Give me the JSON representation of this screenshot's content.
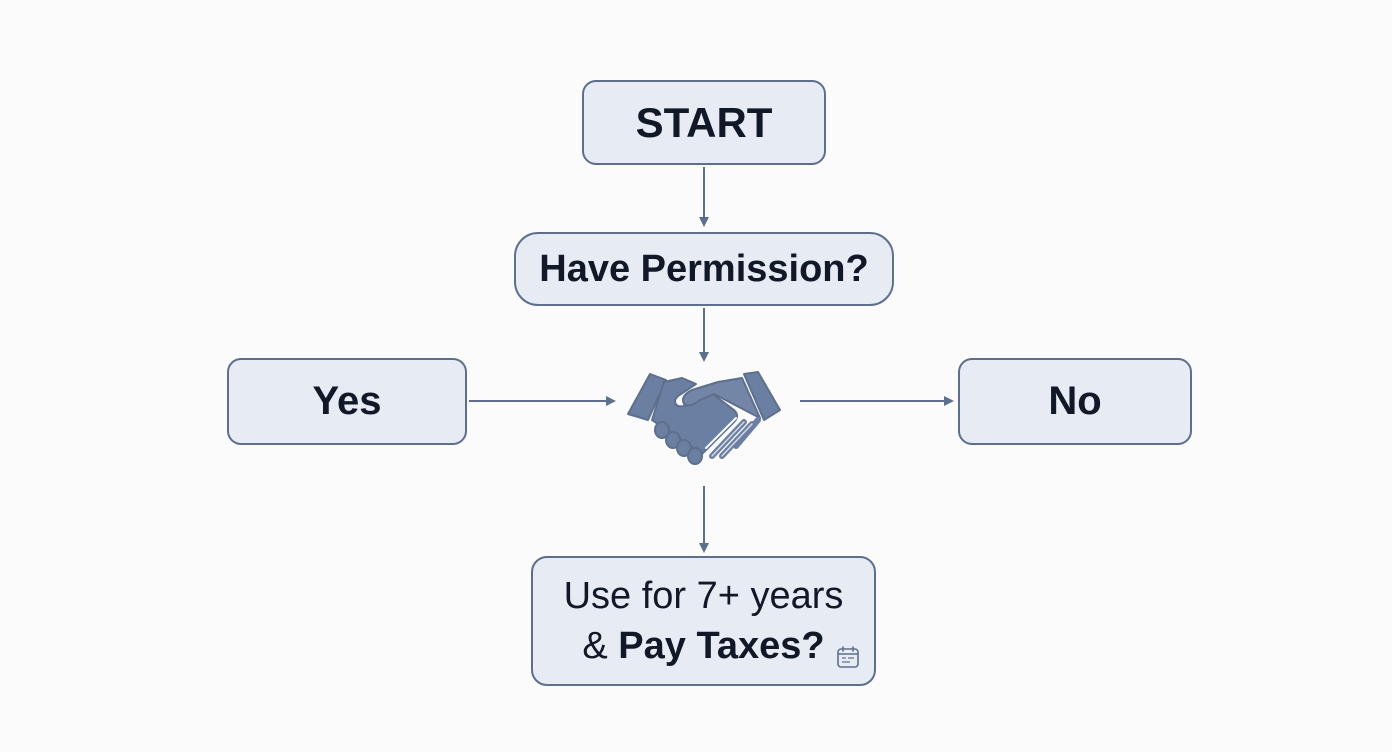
{
  "diagram": {
    "start": "START",
    "question": "Have Permission?",
    "yes": "Yes",
    "no": "No",
    "outcome_line1": "Use for 7+ years",
    "outcome_line2_prefix": "& ",
    "outcome_line2_bold": "Pay Taxes?",
    "center_icon": "handshake-icon",
    "corner_icon": "calendar-icon"
  },
  "colors": {
    "box_fill": "#e7ecf4",
    "box_border": "#5d6f8c",
    "arrow": "#5d6f8c",
    "icon": "#6b7fa3",
    "text": "#111827"
  }
}
